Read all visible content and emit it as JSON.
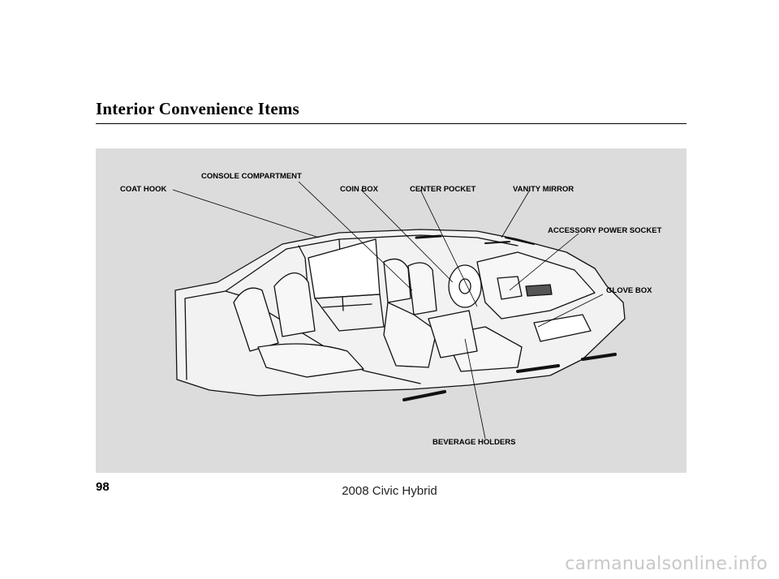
{
  "page": {
    "section_title": "Interior Convenience Items",
    "page_number": "98",
    "footer": "2008  Civic  Hybrid",
    "watermark": "carmanualsonline.info"
  },
  "figure": {
    "callouts": {
      "coat_hook": "COAT HOOK",
      "console_compartment": "CONSOLE COMPARTMENT",
      "coin_box": "COIN BOX",
      "center_pocket": "CENTER POCKET",
      "vanity_mirror": "VANITY MIRROR",
      "accessory_power_socket": "ACCESSORY POWER SOCKET",
      "glove_box": "GLOVE BOX",
      "beverage_holders": "BEVERAGE HOLDERS"
    }
  }
}
